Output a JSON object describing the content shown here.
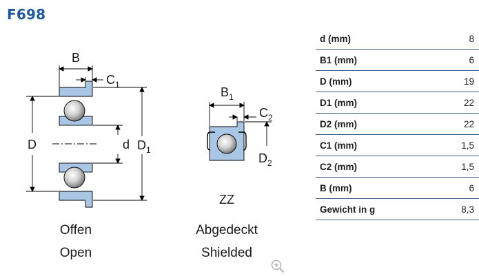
{
  "title": "F698",
  "drawing": {
    "open": {
      "label_B": "B",
      "label_C": "C",
      "label_C_sub": "1",
      "label_D": "D",
      "label_d": "d",
      "label_D1": "D",
      "label_D1_sub": "1",
      "caption_de": "Offen",
      "caption_en": "Open"
    },
    "shielded": {
      "label_B": "B",
      "label_B_sub": "1",
      "label_C": "C",
      "label_C_sub": "2",
      "label_D": "D",
      "label_D_sub": "2",
      "label_ZZ": "ZZ",
      "caption_de": "Abgedeckt",
      "caption_en": "Shielded"
    }
  },
  "specs": [
    {
      "label": "d (mm)",
      "value": "8"
    },
    {
      "label": "B1 (mm)",
      "value": "6"
    },
    {
      "label": "D (mm)",
      "value": "19"
    },
    {
      "label": "D1 (mm)",
      "value": "22"
    },
    {
      "label": "D2 (mm)",
      "value": "22"
    },
    {
      "label": "C1 (mm)",
      "value": "1,5"
    },
    {
      "label": "C2 (mm)",
      "value": "1,5"
    },
    {
      "label": "B (mm)",
      "value": "6"
    },
    {
      "label": "Gewicht in g",
      "value": "8,3"
    }
  ],
  "icons": {
    "zoom": "zoom-in-icon"
  },
  "colors": {
    "title": "#1e5aa0",
    "ring_fill": "#a9c6e4",
    "table_rule": "#3f5f86"
  }
}
